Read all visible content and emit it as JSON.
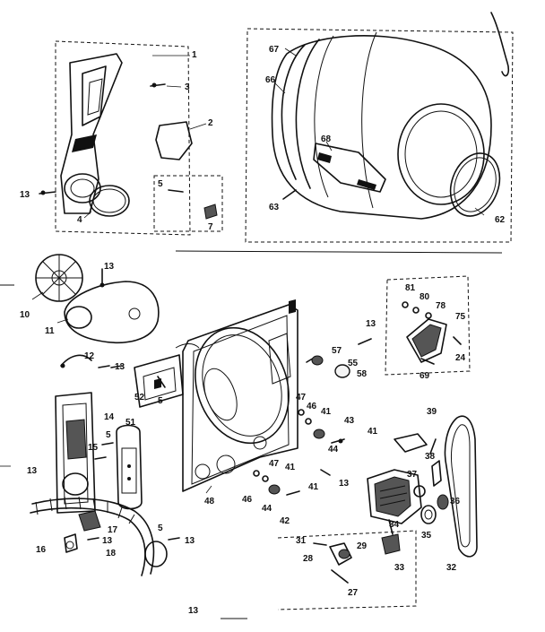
{
  "labels": {
    "l1": "1",
    "l2": "2",
    "l3": "3",
    "l4": "4",
    "l5": "5",
    "l7": "7",
    "l10": "10",
    "l11": "11",
    "l12": "12",
    "l13a": "13",
    "l13b": "13",
    "l13c": "13",
    "l13d": "13",
    "l13e": "13",
    "l13f": "13",
    "l13g": "13",
    "l13h": "13",
    "l13i": "13",
    "l14": "14",
    "l15": "15",
    "l16": "16",
    "l17": "17",
    "l18": "18",
    "l24": "24",
    "l27": "27",
    "l28": "28",
    "l29": "29",
    "l31": "31",
    "l32": "32",
    "l33": "33",
    "l34": "34",
    "l35": "35",
    "l36": "36",
    "l37": "37",
    "l38": "38",
    "l39": "39",
    "l41a": "41",
    "l41b": "41",
    "l41c": "41",
    "l41d": "41",
    "l42": "42",
    "l43": "43",
    "l44a": "44",
    "l44b": "44",
    "l46a": "46",
    "l46b": "46",
    "l47a": "47",
    "l47b": "47",
    "l48": "48",
    "l51": "51",
    "l5b": "5",
    "l5c": "5",
    "l5d": "5",
    "l52": "52",
    "l55": "55",
    "l57": "57",
    "l58": "58",
    "l62": "62",
    "l63": "63",
    "l66": "66",
    "l67": "67",
    "l68": "68",
    "l69": "69",
    "l75": "75",
    "l78": "78",
    "l80": "80",
    "l81": "81"
  }
}
